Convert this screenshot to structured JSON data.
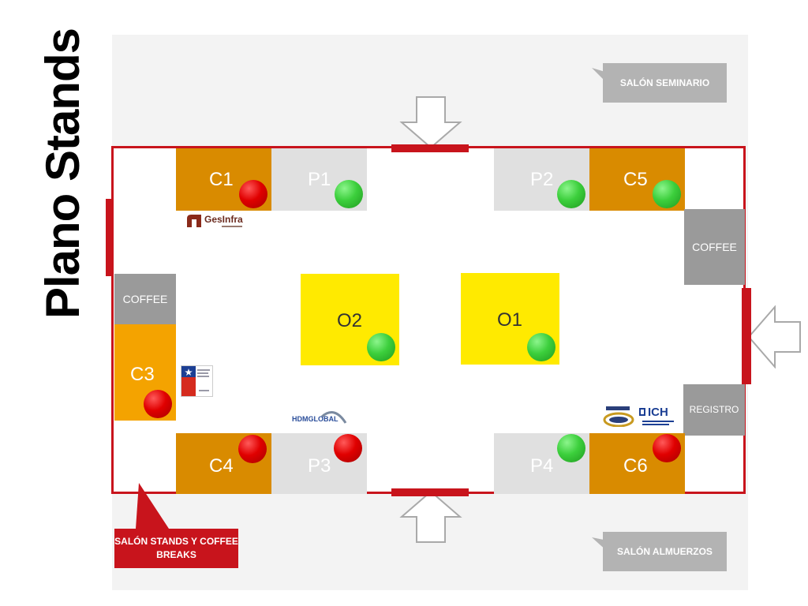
{
  "title": "Plano Stands",
  "areas": {
    "seminario": "SALÓN SEMINARIO",
    "almuerzos": "SALÓN ALMUERZOS",
    "stands": "SALÓN STANDS Y COFFEE BREAKS"
  },
  "stands": {
    "c1": "C1",
    "p1": "P1",
    "p2": "P2",
    "c5": "C5",
    "c3": "C3",
    "o2": "O2",
    "o1": "O1",
    "c4": "C4",
    "p3": "P3",
    "p4": "P4",
    "c6": "C6"
  },
  "service_boxes": {
    "coffee_left": "COFFEE",
    "coffee_right": "COFFEE",
    "registro": "REGISTRO"
  },
  "logos": {
    "gesinfra": "GesInfra",
    "hdmglobal": "HDMGLOBAL",
    "ich": "ICH"
  },
  "colors": {
    "wall": "#c8141c",
    "stand_c": "#d98b00",
    "stand_c3": "#f4a300",
    "stand_p": "#e0e0e0",
    "stand_o": "#ffea00",
    "service": "#9a9a9a",
    "dot_red": "#e00000",
    "dot_green": "#3ccf3c"
  }
}
